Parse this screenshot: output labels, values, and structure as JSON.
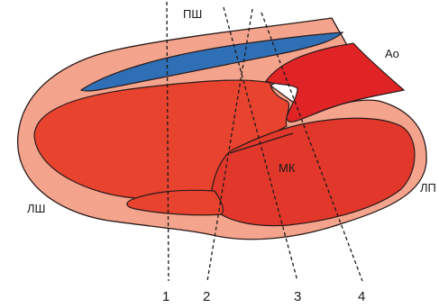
{
  "labels": {
    "right_ventricle": "ПШ",
    "left_ventricle": "ЛШ",
    "aorta": "Ao",
    "left_atrium": "ЛП",
    "mitral_valve": "МК"
  },
  "scan_lines": [
    "1",
    "2",
    "3",
    "4"
  ],
  "colors": {
    "background": "#ffffff",
    "myocardium": "#f4a48c",
    "left_ventricle_cavity": "#e8432f",
    "atrium_cavity": "#e2382b",
    "aorta": "#e02426",
    "right_ventricle_cavity": "#2f6fb5",
    "outline": "#2a1a1a",
    "scan_line": "#1a1a1a"
  }
}
